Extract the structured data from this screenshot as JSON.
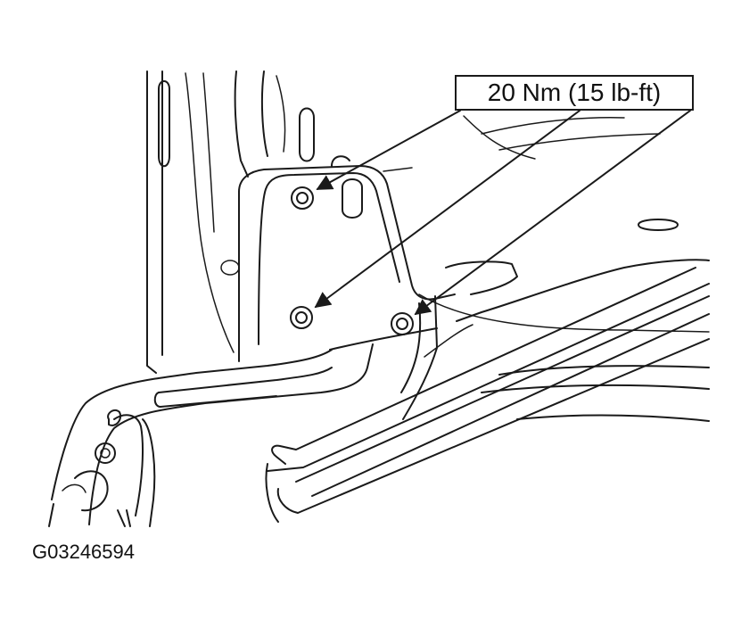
{
  "callout": {
    "torque_label": "20 Nm (15 lb-ft)"
  },
  "figure": {
    "id": "G03246594"
  },
  "colors": {
    "ink": "#1a1a1a",
    "background": "#ffffff"
  },
  "fasteners": [
    {
      "name": "upper-bolt"
    },
    {
      "name": "lower-left-bolt"
    },
    {
      "name": "lower-right-bolt"
    }
  ]
}
